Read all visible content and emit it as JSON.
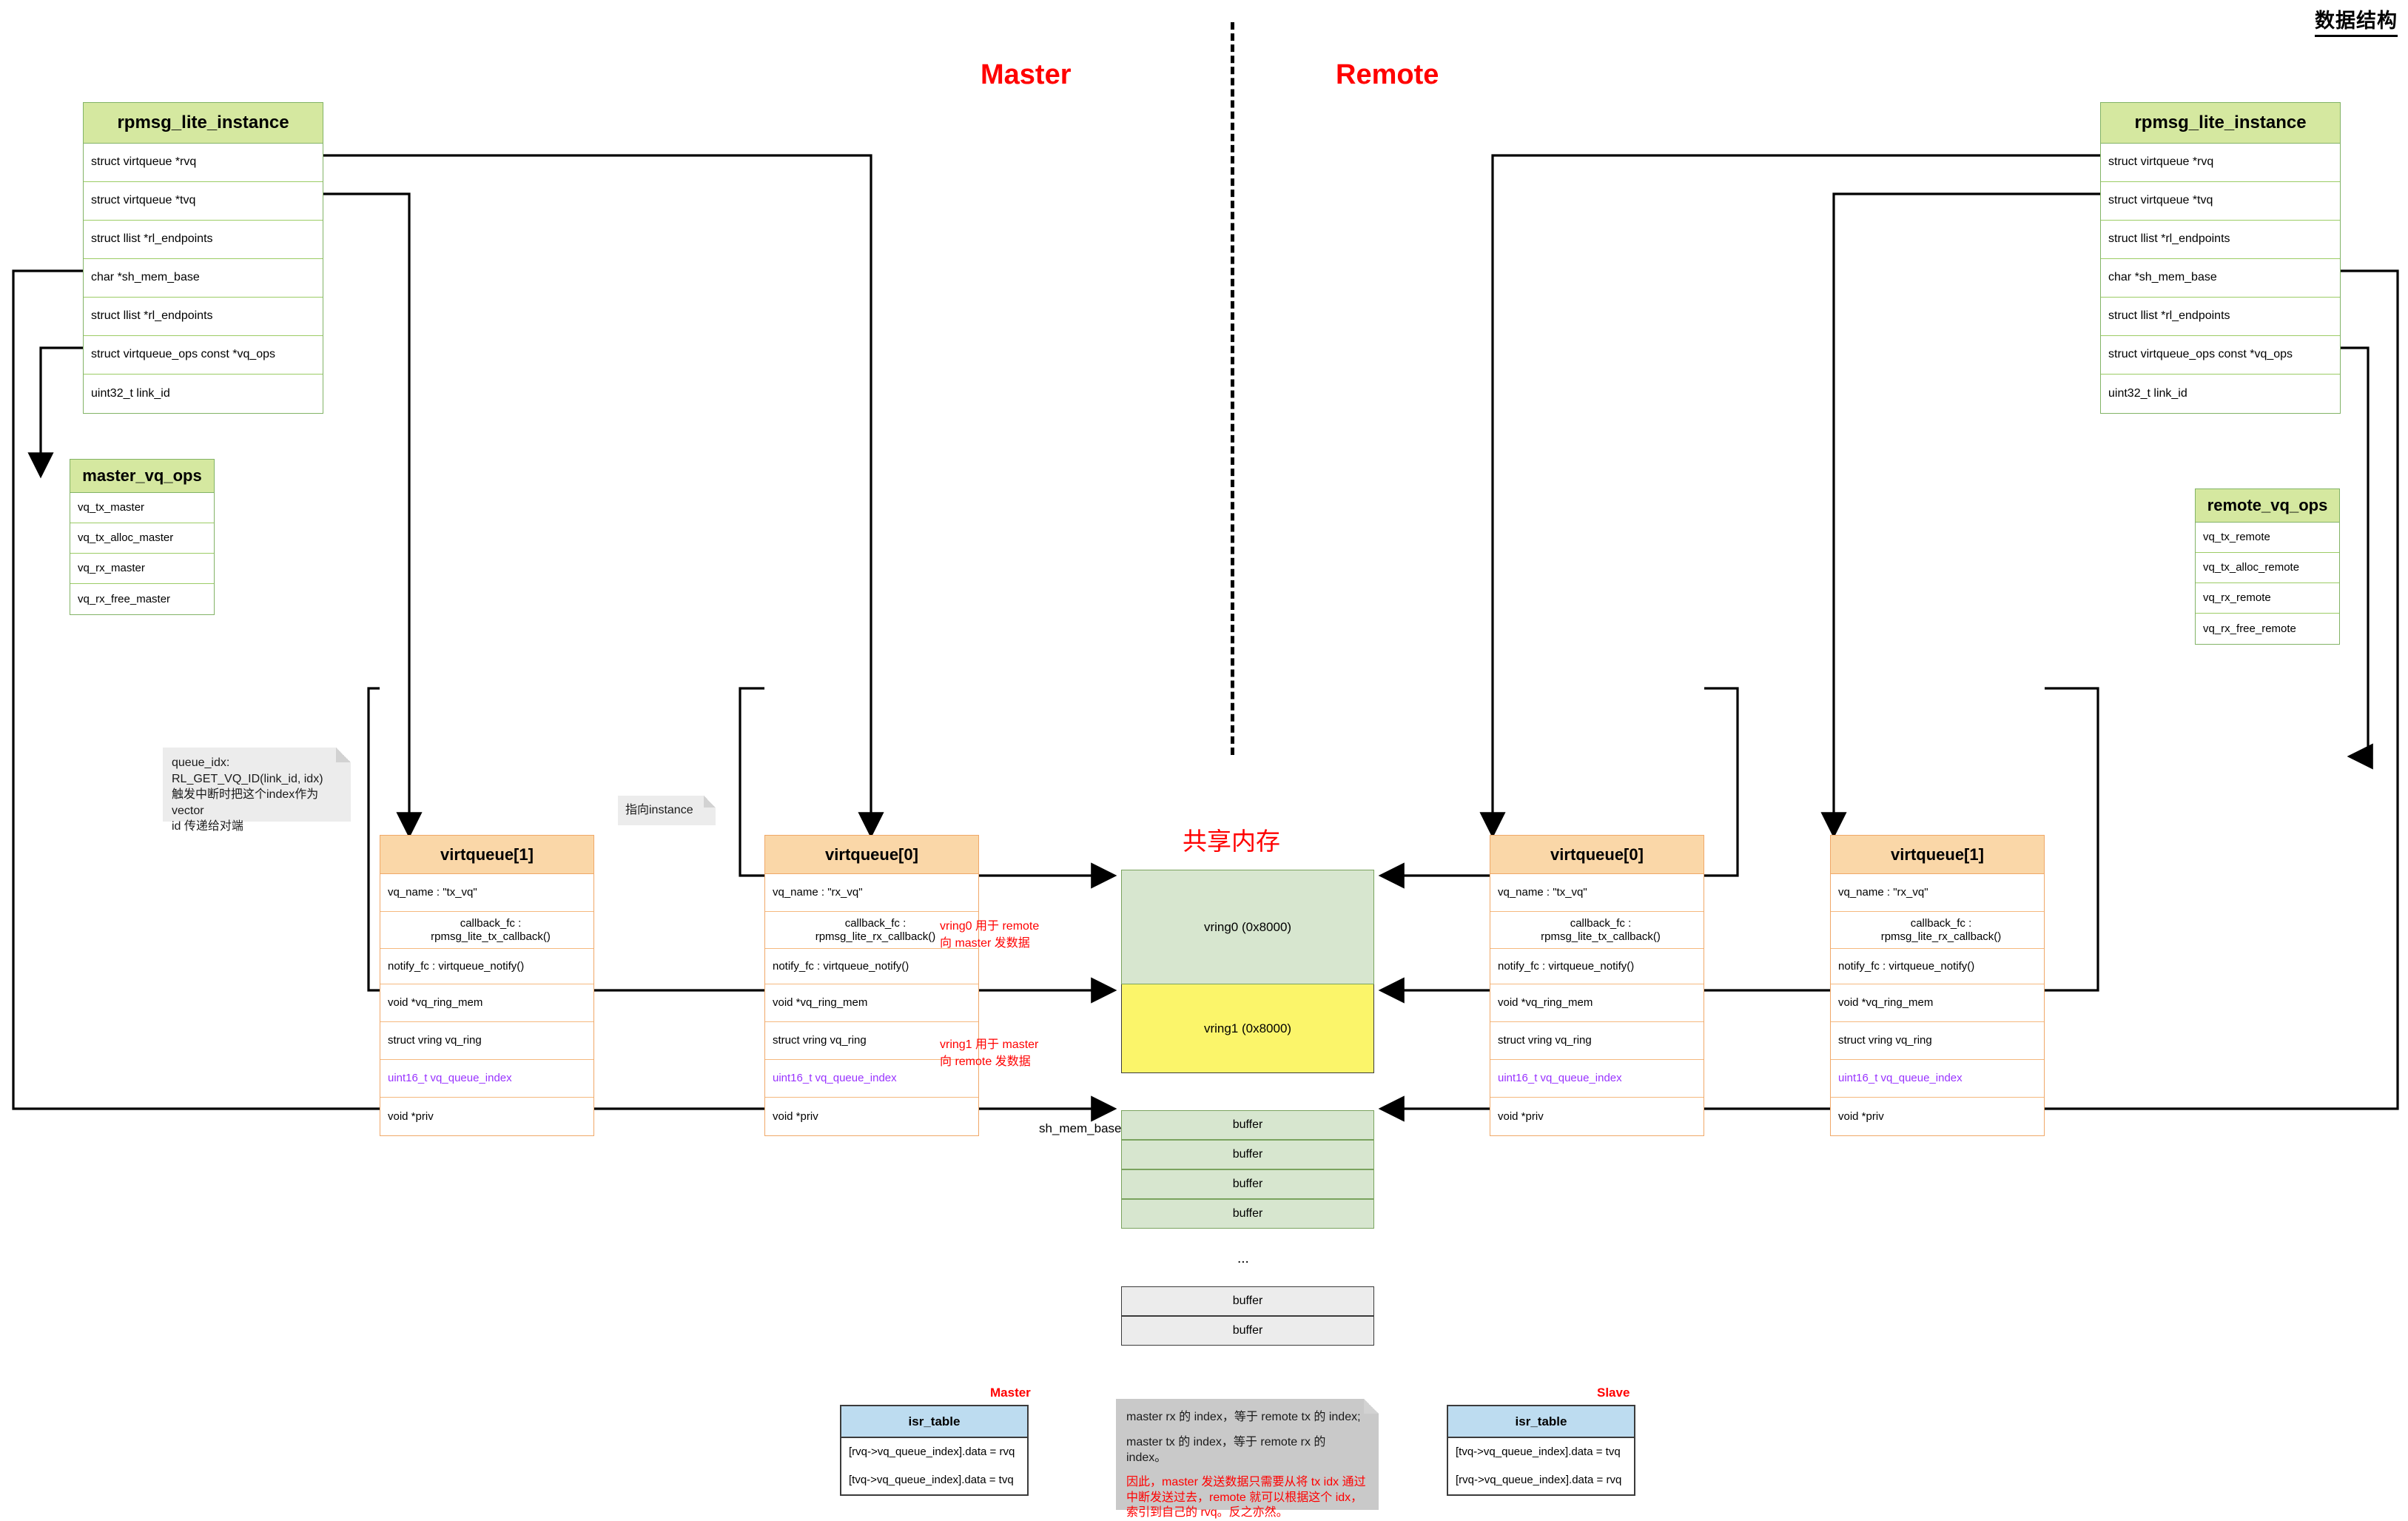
{
  "title": "数据结构",
  "sides": {
    "master": "Master",
    "remote": "Remote"
  },
  "instance_master": {
    "header": "rpmsg_lite_instance",
    "rows": [
      "struct virtqueue *rvq",
      "struct virtqueue *tvq",
      "struct llist *rl_endpoints",
      "char *sh_mem_base",
      "struct llist *rl_endpoints",
      "struct virtqueue_ops const *vq_ops",
      "uint32_t link_id"
    ]
  },
  "instance_remote": {
    "header": "rpmsg_lite_instance",
    "rows": [
      "struct virtqueue *rvq",
      "struct virtqueue *tvq",
      "struct llist *rl_endpoints",
      "char *sh_mem_base",
      "struct llist *rl_endpoints",
      "struct virtqueue_ops const *vq_ops",
      "uint32_t link_id"
    ]
  },
  "master_vq_ops": {
    "header": "master_vq_ops",
    "rows": [
      "vq_tx_master",
      "vq_tx_alloc_master",
      "vq_rx_master",
      "vq_rx_free_master"
    ]
  },
  "remote_vq_ops": {
    "header": "remote_vq_ops",
    "rows": [
      "vq_tx_remote",
      "vq_tx_alloc_remote",
      "vq_rx_remote",
      "vq_rx_free_remote"
    ]
  },
  "vq_master_1": {
    "header": "virtqueue[1]",
    "vq_name": "vq_name : \"tx_vq\"",
    "callback_l1": "callback_fc :",
    "callback_l2": "rpmsg_lite_tx_callback()",
    "notify": "notify_fc : virtqueue_notify()",
    "ring_mem": "void *vq_ring_mem",
    "vq_ring": "struct vring vq_ring",
    "queue_index": "uint16_t vq_queue_index",
    "priv": "void *priv"
  },
  "vq_master_0": {
    "header": "virtqueue[0]",
    "vq_name": "vq_name : \"rx_vq\"",
    "callback_l1": "callback_fc :",
    "callback_l2": "rpmsg_lite_rx_callback()",
    "notify": "notify_fc : virtqueue_notify()",
    "ring_mem": "void *vq_ring_mem",
    "vq_ring": "struct vring vq_ring",
    "queue_index": "uint16_t vq_queue_index",
    "priv": "void *priv"
  },
  "vq_remote_0": {
    "header": "virtqueue[0]",
    "vq_name": "vq_name : \"tx_vq\"",
    "callback_l1": "callback_fc :",
    "callback_l2": "rpmsg_lite_tx_callback()",
    "notify": "notify_fc : virtqueue_notify()",
    "ring_mem": "void *vq_ring_mem",
    "vq_ring": "struct vring vq_ring",
    "queue_index": "uint16_t vq_queue_index",
    "priv": "void *priv"
  },
  "vq_remote_1": {
    "header": "virtqueue[1]",
    "vq_name": "vq_name : \"rx_vq\"",
    "callback_l1": "callback_fc :",
    "callback_l2": "rpmsg_lite_rx_callback()",
    "notify": "notify_fc : virtqueue_notify()",
    "ring_mem": "void *vq_ring_mem",
    "vq_ring": "struct vring vq_ring",
    "queue_index": "uint16_t vq_queue_index",
    "priv": "void *priv"
  },
  "notes": {
    "queue_idx": "queue_idx:\nRL_GET_VQ_ID(link_id, idx)\n触发中断时把这个index作为vector\nid 传递给对端",
    "points_to_instance": "指向instance",
    "idx_explain_l1": "master rx 的 index，等于 remote tx 的 index;",
    "idx_explain_l2": "master tx 的 index，等于 remote rx 的 index。",
    "idx_explain_red": "因此，master 发送数据只需要从将 tx idx 通过中断发送过去，remote 就可以根据这个 idx，索引到自己的 rvq。反之亦然。"
  },
  "shared_memory": {
    "title": "共享内存",
    "vring0_label": "vring0 (0x8000)",
    "vring1_label": "vring1 (0x8000)",
    "vring0_note": "vring0 用于 remote\n向 master 发数据",
    "vring1_note": "vring1 用于 master\n向 remote 发数据",
    "sh_mem_base": "sh_mem_base",
    "buffer": "buffer",
    "ellipsis": "...",
    "green_buffers": [
      "buffer",
      "buffer",
      "buffer",
      "buffer"
    ],
    "gray_buffers": [
      "buffer",
      "buffer"
    ]
  },
  "isr_master": {
    "tag": "Master",
    "header": "isr_table",
    "rows": [
      "[rvq->vq_queue_index].data = rvq",
      "[tvq->vq_queue_index].data = tvq"
    ]
  },
  "isr_slave": {
    "tag": "Slave",
    "header": "isr_table",
    "rows": [
      "[tvq->vq_queue_index].data = tvq",
      "[rvq->vq_queue_index].data = rvq"
    ]
  },
  "colors": {
    "green_header": "#d5e8a0",
    "green_border": "#82b366",
    "orange_header": "#fad7a8",
    "orange_border": "#f0a868",
    "blue_header": "#bddcf0",
    "vring0": "#d7e6cf",
    "vring1": "#fbf56a",
    "accent_red": "#ff0000",
    "purple": "#9933ff"
  }
}
